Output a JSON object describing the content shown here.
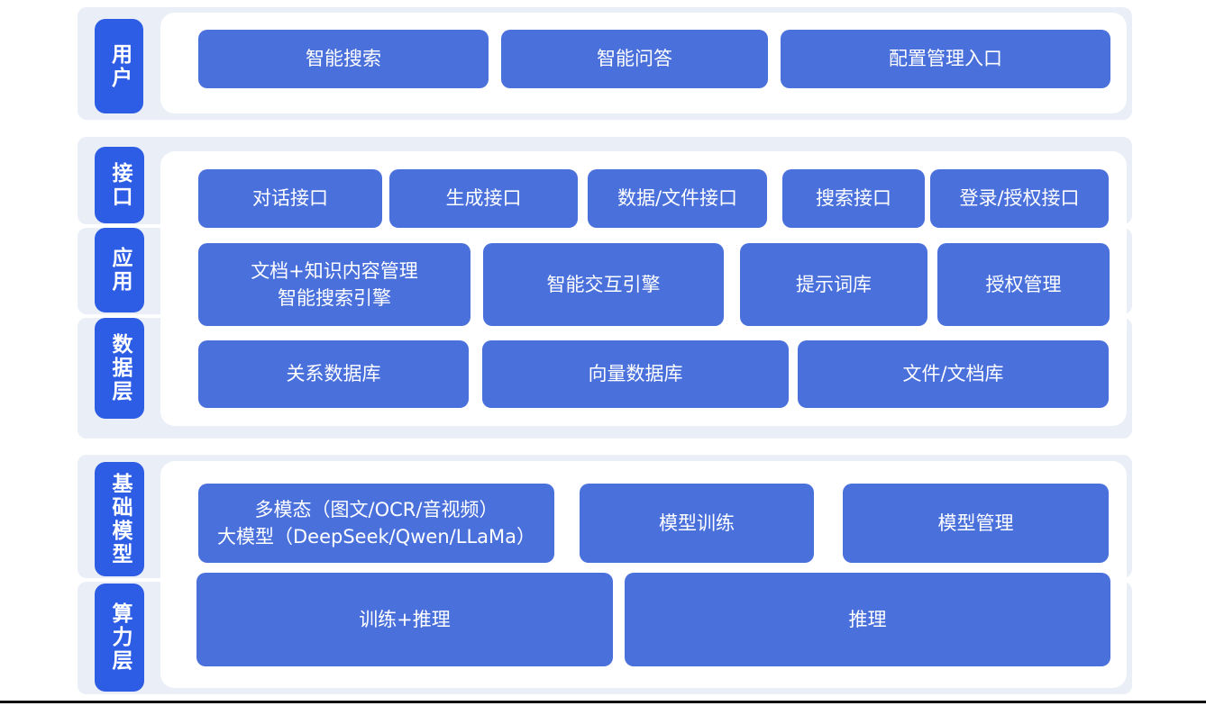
{
  "colors": {
    "tile": "#2D5CE5",
    "btn": "#4A70DC",
    "band": "#E9EEF7",
    "panel": "#FFFFFF",
    "text": "#FFFFFF",
    "line": "#111111"
  },
  "sections": [
    {
      "name": "user-layer",
      "side_labels": [
        "用户"
      ],
      "rows": [
        [
          "智能搜索",
          "智能问答",
          "配置管理入口"
        ]
      ]
    },
    {
      "name": "interface-application-data-layer",
      "side_labels": [
        "接口",
        "应用",
        "数据层"
      ],
      "rows": [
        [
          "对话接口",
          "生成接口",
          "数据/文件接口",
          "搜索接口",
          "登录/授权接口"
        ],
        [
          "文档+知识内容管理\n智能搜索引擎",
          "智能交互引擎",
          "提示词库",
          "授权管理"
        ],
        [
          "关系数据库",
          "向量数据库",
          "文件/文档库"
        ]
      ]
    },
    {
      "name": "foundation-model-compute-layer",
      "side_labels": [
        "基础模型",
        "算力层"
      ],
      "rows": [
        [
          "多模态（图文/OCR/音视频）\n大模型（DeepSeek/Qwen/LLaMa）",
          "模型训练",
          "模型管理"
        ],
        [
          "训练+推理",
          "推理"
        ]
      ]
    }
  ]
}
